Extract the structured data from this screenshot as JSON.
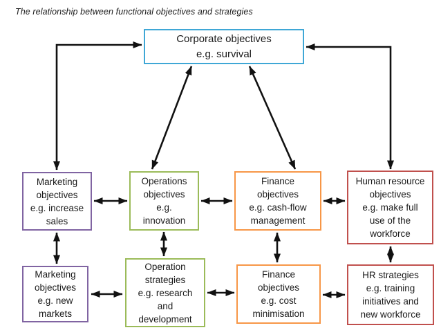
{
  "title": "The relationship between functional objectives and strategies",
  "colors": {
    "corporate": "#3FA7D6",
    "marketing": "#8064A2",
    "operations": "#9BBB59",
    "finance": "#F79646",
    "human_resources": "#C0504D",
    "arrow": "#111111"
  },
  "boxes": {
    "corporate": {
      "text": "Corporate objectives\ne.g. survival"
    },
    "marketing_objectives": {
      "text": "Marketing\nobjectives\ne.g. increase\nsales"
    },
    "operations_objectives": {
      "text": "Operations\nobjectives\ne.g.\ninnovation"
    },
    "finance_objectives": {
      "text": "Finance\nobjectives\ne.g. cash-flow\nmanagement"
    },
    "hr_objectives": {
      "text": "Human resource\nobjectives\ne.g. make full\nuse of the\nworkforce"
    },
    "marketing_strategies": {
      "text": "Marketing\nobjectives\ne.g. new\nmarkets"
    },
    "operations_strategies": {
      "text": "Operation\nstrategies\ne.g. research\nand\ndevelopment"
    },
    "finance_strategies": {
      "text": "Finance\nobjectives\ne.g. cost\nminimisation"
    },
    "hr_strategies": {
      "text": "HR strategies\ne.g. training\ninitiatives and\nnew workforce"
    }
  }
}
